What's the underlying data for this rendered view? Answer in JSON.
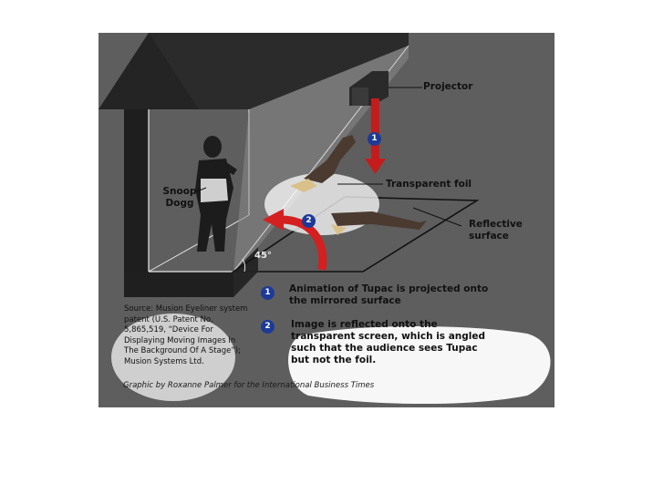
{
  "labels": {
    "projector": "Projector",
    "transparent_foil": "Transparent foil",
    "reflective_surface": "Reflective surface",
    "snoop_dogg": "Snoop Dogg",
    "angle": "45°"
  },
  "steps": [
    {
      "number": "1",
      "text": "Animation of Tupac is projected onto the mirrored surface"
    },
    {
      "number": "2",
      "text": "Image is reflected onto the transparent screen, which is angled such that the audience sees Tupac but not the foil."
    }
  ],
  "source": "Source: Musion Eyeliner system patent (U.S. Patent No. 5,865,519, “Device For Displaying Moving Images In The Background Of A Stage”); Musion Systems Ltd.",
  "credit": "Graphic by Roxanne Palmer for the International Business Times",
  "colors": {
    "panel": "#5e5e5e",
    "stage_dark": "#222222",
    "arrow_red": "#d42020",
    "badge_blue": "#1c3a96",
    "highlight": "#ffffff"
  }
}
